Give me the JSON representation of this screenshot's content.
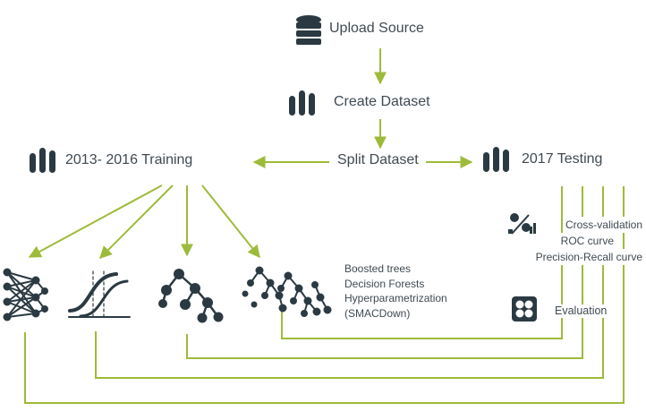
{
  "nodes": {
    "upload": {
      "label": "Upload Source",
      "icon": "database-icon"
    },
    "create": {
      "label": "Create Dataset",
      "icon": "bar-chart-icon"
    },
    "split": {
      "label": "Split Dataset"
    },
    "training": {
      "label": "2013- 2016 Training",
      "icon": "bar-chart-icon"
    },
    "testing": {
      "label": "2017 Testing",
      "icon": "bar-chart-icon"
    }
  },
  "models": {
    "icons": [
      "neural-network-icon",
      "logistic-curve-icon",
      "decision-tree-icon",
      "decision-forest-icon"
    ],
    "lines": [
      "Boosted trees",
      "Decision Forests",
      "Hyperparametrization",
      "(SMACDown)"
    ]
  },
  "evaluation_methods": {
    "icon": "scatter-settings-icon",
    "lines": [
      "Cross-validation",
      "ROC curve",
      "Precision-Recall curve"
    ]
  },
  "evaluation": {
    "label": "Evaluation",
    "icon": "evaluation-grid-icon"
  },
  "colors": {
    "arrow": "#9dbb3a",
    "icon": "#2b3a42",
    "text": "#3f4a52"
  }
}
